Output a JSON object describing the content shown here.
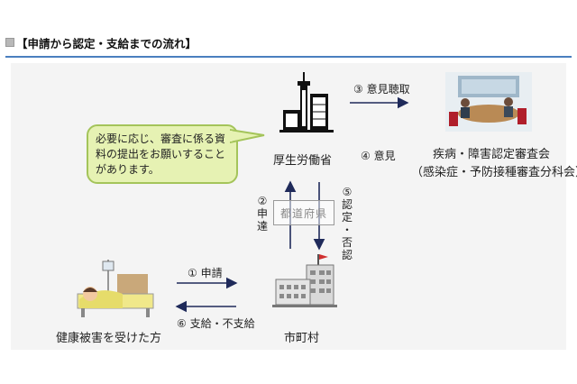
{
  "header": {
    "title": "【申請から認定・支給までの流れ】"
  },
  "nodes": {
    "ministry": "厚生労働省",
    "council_line1": "疾病・障害認定審査会",
    "council_line2": "（感染症・予防接種審査分科会）",
    "prefecture": "都道府県",
    "municipality": "市町村",
    "victim": "健康被害を受けた方"
  },
  "callout": {
    "line1": "必要に応じ、審査に係る資",
    "line2": "料の提出をお願いすること",
    "line3": "があります。"
  },
  "steps": {
    "s1": "① 申請",
    "s2_num": "②",
    "s2_a": "申",
    "s2_b": "達",
    "s3": "③ 意見聴取",
    "s4": "④ 意見",
    "s5_num": "⑤",
    "s5_a": "認",
    "s5_b": "定",
    "s5_c": "・",
    "s5_d": "否",
    "s5_e": "認",
    "s6": "⑥ 支給・不支給"
  },
  "colors": {
    "arrow": "#1f2a5a",
    "callout_fill": "#e6f2b3",
    "callout_border": "#a4c45a",
    "title_rule": "#4a7fbf"
  }
}
